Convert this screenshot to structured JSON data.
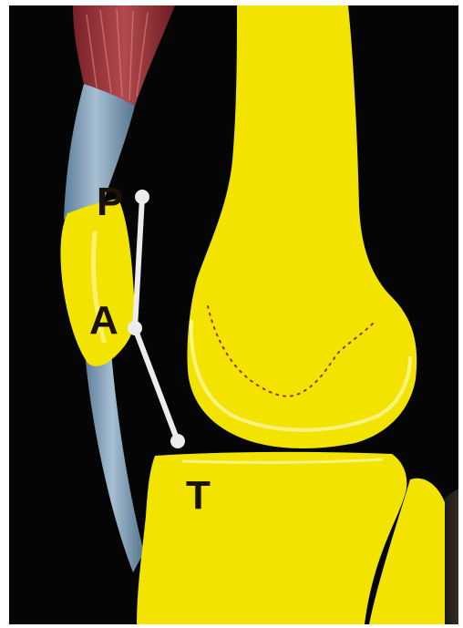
{
  "labels": {
    "patella_point": "P",
    "apex_point": "A",
    "tibia_point": "T"
  },
  "colors": {
    "background": "#050505",
    "bone": "#f2e400",
    "tendon": "#7f9db8",
    "muscle": "#a23a3f",
    "marker": "#ececec",
    "label": "#1a1208",
    "dotted_line": "#8a3a1a"
  }
}
